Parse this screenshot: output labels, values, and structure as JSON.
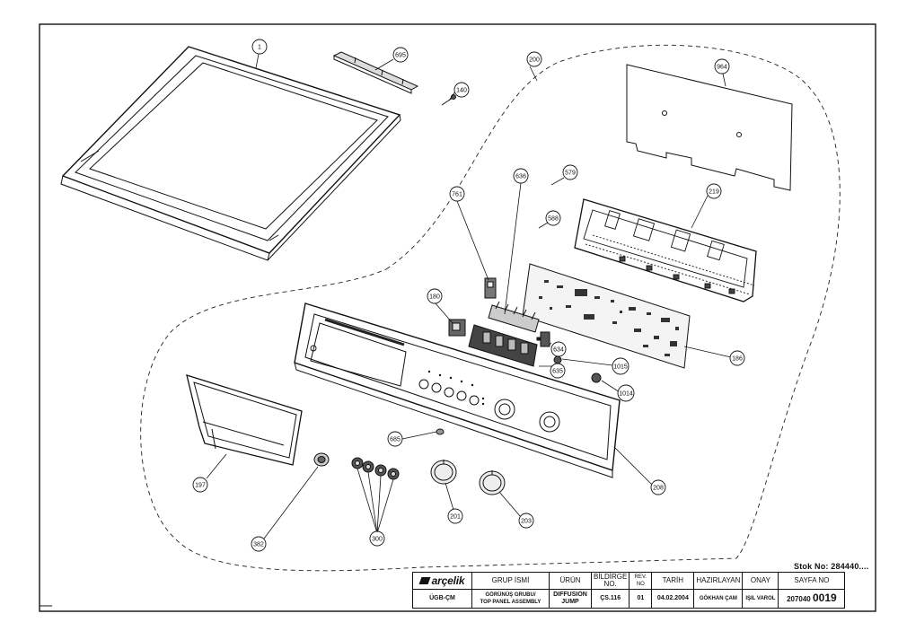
{
  "stock_number": "Stok No: 284440....",
  "callouts": [
    {
      "id": "c1",
      "label": "1"
    },
    {
      "id": "c695",
      "label": "695"
    },
    {
      "id": "c140",
      "label": "140"
    },
    {
      "id": "c200",
      "label": "200"
    },
    {
      "id": "c964",
      "label": "964"
    },
    {
      "id": "c579",
      "label": "579"
    },
    {
      "id": "c636",
      "label": "636"
    },
    {
      "id": "c761",
      "label": "761"
    },
    {
      "id": "c588",
      "label": "588"
    },
    {
      "id": "c219",
      "label": "219"
    },
    {
      "id": "c180",
      "label": "180"
    },
    {
      "id": "c634",
      "label": "634"
    },
    {
      "id": "c1015",
      "label": "1015"
    },
    {
      "id": "c635",
      "label": "635"
    },
    {
      "id": "c186",
      "label": "186"
    },
    {
      "id": "c1014",
      "label": "1014"
    },
    {
      "id": "c685",
      "label": "685"
    },
    {
      "id": "c197",
      "label": "197"
    },
    {
      "id": "c208",
      "label": "208"
    },
    {
      "id": "c201",
      "label": "201"
    },
    {
      "id": "c203",
      "label": "203"
    },
    {
      "id": "c382",
      "label": "382"
    },
    {
      "id": "c300",
      "label": "300"
    }
  ],
  "title_block": {
    "brand": "arçelik",
    "group_header": "GRUP İSMİ",
    "product_header": "ÜRÜN",
    "notice_header": "BİLDİRGE\nNO.",
    "rev_header": "REV.\nNO",
    "date_header": "TARİH",
    "prepared_header": "HAZIRLAYAN",
    "approval_header": "ONAY",
    "page_header": "SAYFA NO",
    "department": "ÜGB-ÇM",
    "group_name": "GÖRÜNÜŞ GRUBU/\nTOP PANEL ASSEMBLY",
    "product": "DIFFUSION\nJUMP",
    "notice_no": "ÇS.116",
    "rev_no": "01",
    "date": "04.02.2004",
    "prepared_by": "GÖKHAN ÇAM",
    "approved_by": "IŞIL VAROL",
    "page_prefix": "207040",
    "page_number": "0019"
  }
}
